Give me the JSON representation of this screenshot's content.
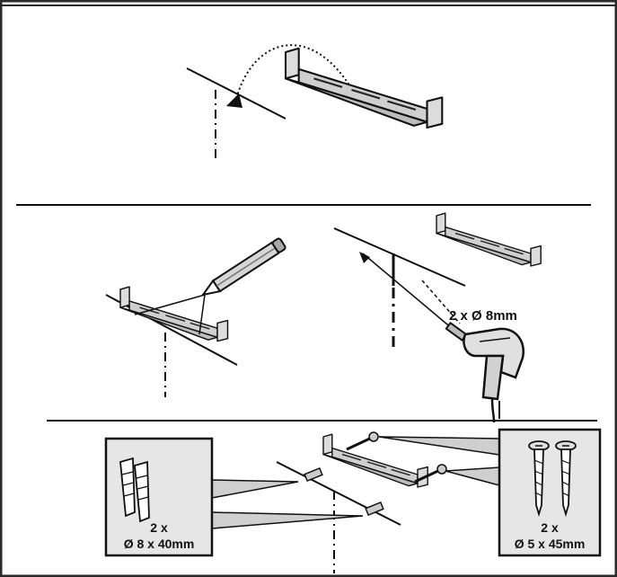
{
  "drill_label": "2 x Ø 8mm",
  "anchor_box": {
    "qty": "2 x",
    "spec": "Ø 8 x 40mm"
  },
  "screw_box": {
    "qty": "2 x",
    "spec": "Ø 5 x 45mm"
  },
  "colors": {
    "ink": "#111111",
    "panel": "#e6e6e6",
    "frame": "#2a2a2a"
  }
}
